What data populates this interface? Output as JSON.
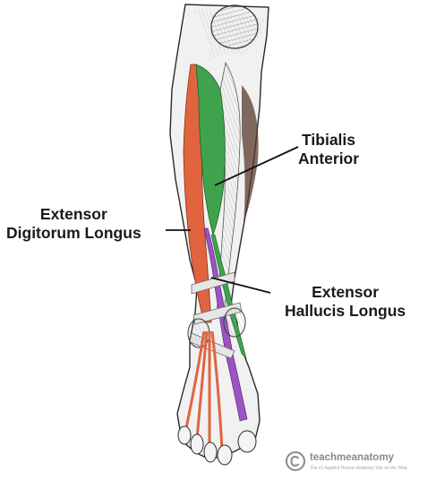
{
  "labels": {
    "tibialis_anterior": [
      "Tibialis",
      "Anterior"
    ],
    "extensor_digitorum_longus": [
      "Extensor",
      "Digitorum Longus"
    ],
    "extensor_hallucis_longus": [
      "Extensor",
      "Hallucis Longus"
    ]
  },
  "credit": {
    "name": "teachmeanatomy",
    "tagline": "The #1 Applied Human Anatomy Site on the Web."
  },
  "colors": {
    "tibialis_anterior": "#3fa34d",
    "extensor_digitorum_longus": "#e0653f",
    "extensor_hallucis_longus": "#9b55c2",
    "outline": "#2b2b2b"
  }
}
